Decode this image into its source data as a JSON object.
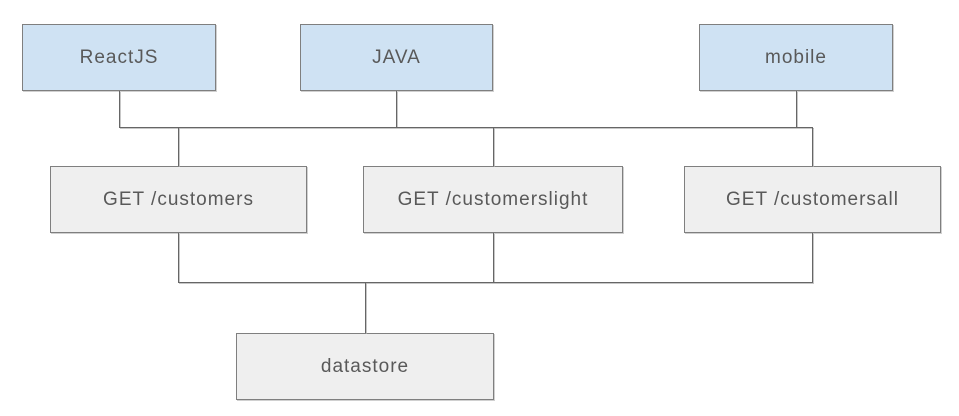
{
  "diagram": {
    "kind": "architecture-diagram",
    "background": "#ffffff"
  },
  "nodes": [
    {
      "id": "reactjs",
      "label": "ReactJS",
      "type": "client"
    },
    {
      "id": "java",
      "label": "JAVA",
      "type": "client"
    },
    {
      "id": "mobile",
      "label": "mobile",
      "type": "client"
    },
    {
      "id": "get-customers",
      "label": "GET /customers",
      "type": "endpoint"
    },
    {
      "id": "get-customerslight",
      "label": "GET /customerslight",
      "type": "endpoint"
    },
    {
      "id": "get-customersall",
      "label": "GET /customersall",
      "type": "endpoint"
    },
    {
      "id": "datastore",
      "label": "datastore",
      "type": "storage"
    }
  ],
  "edges": [
    {
      "from": [
        "ReactJS",
        "JAVA",
        "mobile"
      ],
      "to": [
        "GET /customers",
        "GET /customerslight",
        "GET /customersall"
      ],
      "style": "orthogonal-bus"
    },
    {
      "from": [
        "GET /customers",
        "GET /customerslight",
        "GET /customersall"
      ],
      "to": [
        "datastore"
      ],
      "style": "orthogonal-bus"
    }
  ],
  "colors": {
    "client_fill": "#cfe2f3",
    "endpoint_fill": "#efefef",
    "storage_fill": "#efefef",
    "box_border": "#7f7f7f",
    "line": "#666666",
    "text": "#595959",
    "background": "#ffffff"
  }
}
